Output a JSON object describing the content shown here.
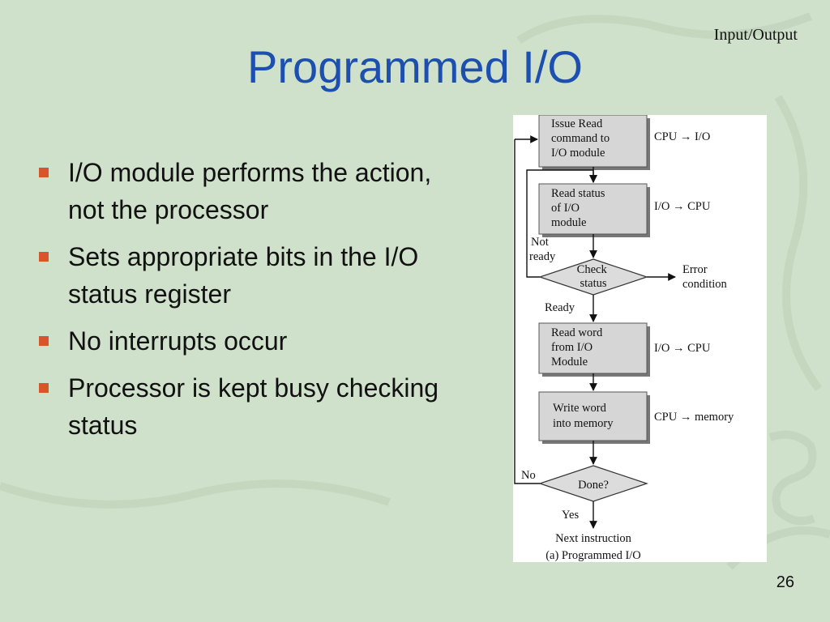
{
  "corner_label": "Input/Output",
  "title": "Programmed I/O",
  "bullets": [
    "I/O module performs the action, not the processor",
    "Sets appropriate bits in the I/O status register",
    "No interrupts occur",
    "Processor is kept busy checking status"
  ],
  "diagram": {
    "step1": [
      "Issue Read",
      "command to",
      "I/O module"
    ],
    "step1_side": "CPU → I/O",
    "step2": [
      "Read status",
      "of I/O",
      "module"
    ],
    "step2_side": "I/O → CPU",
    "check": [
      "Check",
      "status"
    ],
    "not_ready": [
      "Not",
      "ready"
    ],
    "error": [
      "Error",
      "condition"
    ],
    "ready": "Ready",
    "step3": [
      "Read word",
      "from I/O",
      "Module"
    ],
    "step3_side": "I/O → CPU",
    "step4": [
      "Write word",
      "into memory"
    ],
    "step4_side": "CPU → memory",
    "done": "Done?",
    "no": "No",
    "yes": "Yes",
    "next": "Next instruction",
    "caption": "(a) Programmed I/O"
  },
  "page_number": "26"
}
